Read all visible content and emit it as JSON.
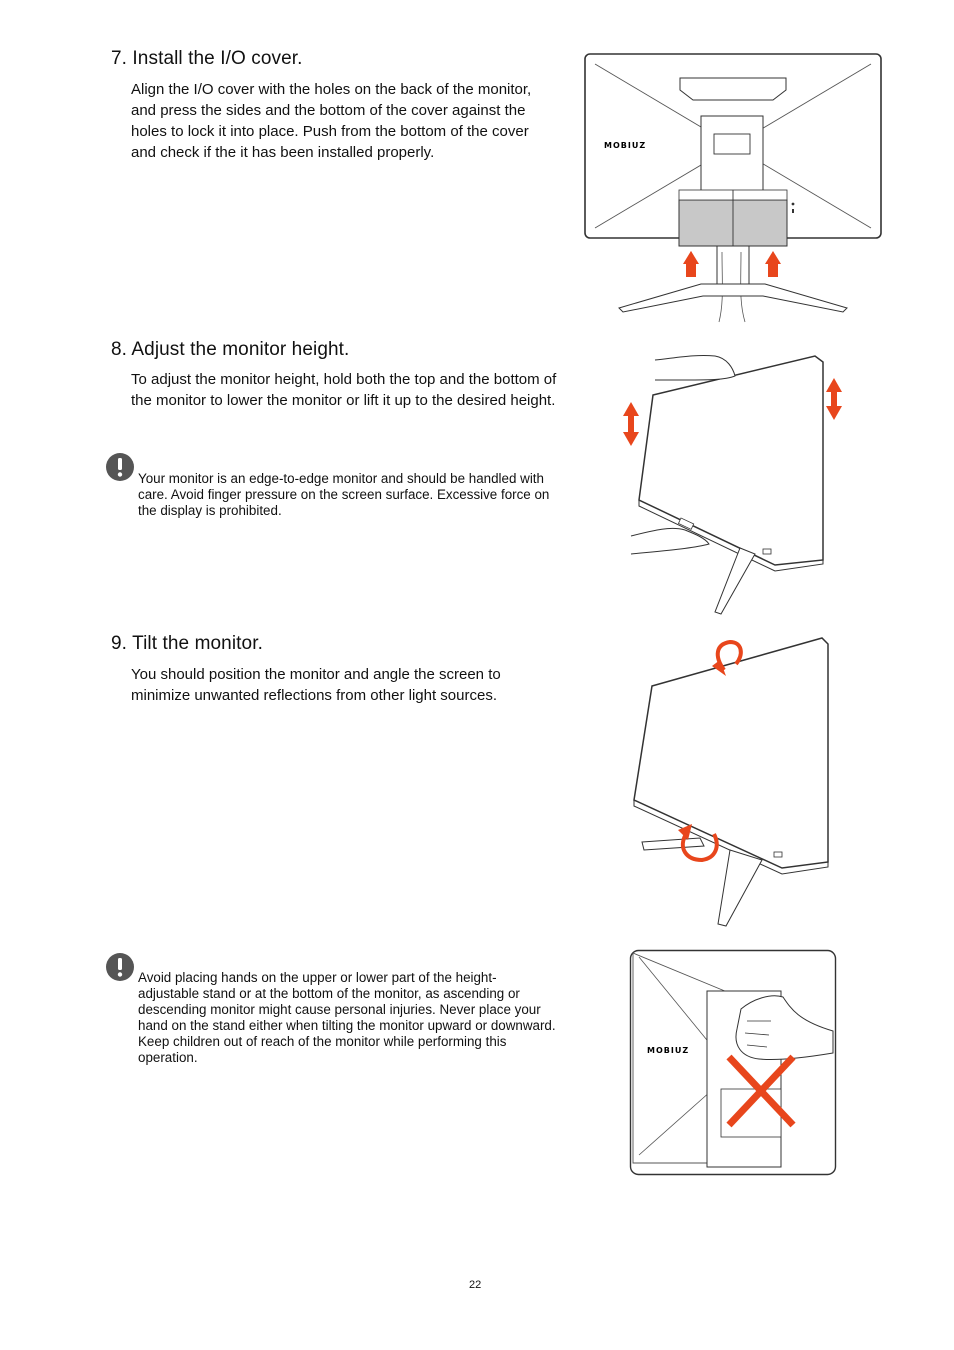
{
  "steps": [
    {
      "title": "7. Install the I/O cover.",
      "body": "Align the I/O cover with the holes on the back of the monitor, and press the sides and the bottom of the cover against the holes to lock it into place. Push from the bottom of the cover and check if the it has been installed properly."
    },
    {
      "title": "8. Adjust the monitor height.",
      "body": "To adjust the monitor height, hold both the top and the bottom of the monitor to lower the monitor or lift it up to the desired height."
    },
    {
      "title": "9. Tilt the monitor.",
      "body": "You should position the monitor and angle the screen to minimize unwanted reflections from other light sources."
    }
  ],
  "notes": [
    {
      "icon": "exclamation-icon",
      "text": "Your monitor is an edge-to-edge monitor and should be handled with care. Avoid finger pressure on the screen surface. Excessive force on the display is prohibited."
    },
    {
      "icon": "exclamation-icon",
      "text": "Avoid placing hands on the upper or lower part of the height-adjustable stand or at the bottom of the monitor, as ascending or descending monitor might cause personal injuries. Never place your hand on the stand either when tilting the monitor upward or downward. Keep children out of reach of the monitor while performing this operation."
    }
  ],
  "illustrations": {
    "brand_logo_text": "MOBIUZ"
  },
  "colors": {
    "accent_arrow": "#e8461c",
    "line": "#333333",
    "cover_fill": "#c8c8c8",
    "note_icon": "#555555"
  },
  "page_number": "22"
}
